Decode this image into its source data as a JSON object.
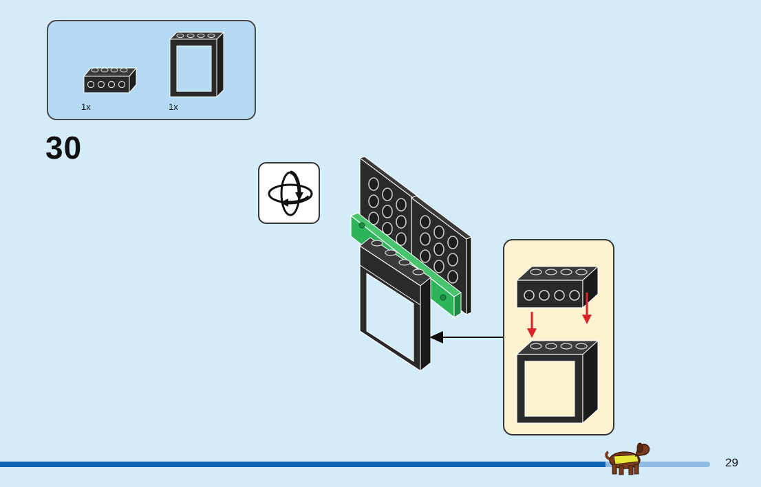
{
  "parts_list": {
    "items": [
      {
        "name": "brick-1x4-with-side-studs",
        "quantity": "1x"
      },
      {
        "name": "window-frame-1x4x3",
        "quantity": "1x"
      }
    ]
  },
  "step": {
    "number": "30"
  },
  "rotate_icon": "rotate-model-icon",
  "page": {
    "number": "29"
  },
  "colors": {
    "background": "#d4ebfa",
    "parts_box": "#b3d9f3",
    "callout": "#fdf3d0",
    "brick_black": "#2a2a2a",
    "plate_green": "#2db35a",
    "arrow_red": "#d8232a",
    "bar_blue": "#0f64b4"
  }
}
